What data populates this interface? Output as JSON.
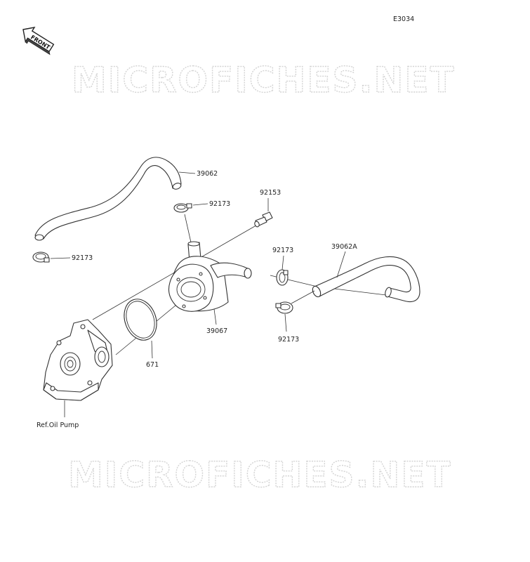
{
  "diagram_code": "E3034",
  "front_marker": "FRONT",
  "watermark": "MICROFICHES.NET",
  "callouts": {
    "hose_upper": "39062",
    "clamp_upper_right": "92173",
    "clamp_left": "92173",
    "bolt": "92153",
    "clamp_mid": "92173",
    "hose_right": "39062A",
    "clamp_lower": "92173",
    "oil_cooler": "39067",
    "oring": "671",
    "ref_pump": "Ref.Oil Pump"
  }
}
